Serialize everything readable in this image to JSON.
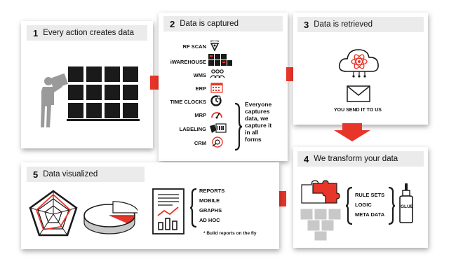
{
  "panels": [
    {
      "number": "1",
      "title": "Every action creates data"
    },
    {
      "number": "2",
      "title": "Data is captured"
    },
    {
      "number": "3",
      "title": "Data is retrieved"
    },
    {
      "number": "4",
      "title": "We transform your data"
    },
    {
      "number": "5",
      "title": "Data visualized"
    }
  ],
  "capture_sources": [
    "RF SCAN",
    "iWAREHOUSE",
    "WMS",
    "ERP",
    "TIME CLOCKS",
    "MRP",
    "LABELING",
    "CRM"
  ],
  "capture_note": [
    "Everyone",
    "captures",
    "data, we",
    "capture it",
    "in all",
    "forms"
  ],
  "retrieve_caption": "YOU SEND IT TO US",
  "transform_items": [
    "RULE SETS",
    "LOGIC",
    "META DATA"
  ],
  "glue_label": "GLUE",
  "visualize_items": [
    "REPORTS",
    "MOBILE",
    "GRAPHS",
    "AD HOC"
  ],
  "visualize_note": "* Build reports on the fly",
  "colors": {
    "accent": "#e8352a",
    "header_bg": "#ebebeb",
    "dark": "#1a1a1a",
    "grey": "#999999"
  }
}
